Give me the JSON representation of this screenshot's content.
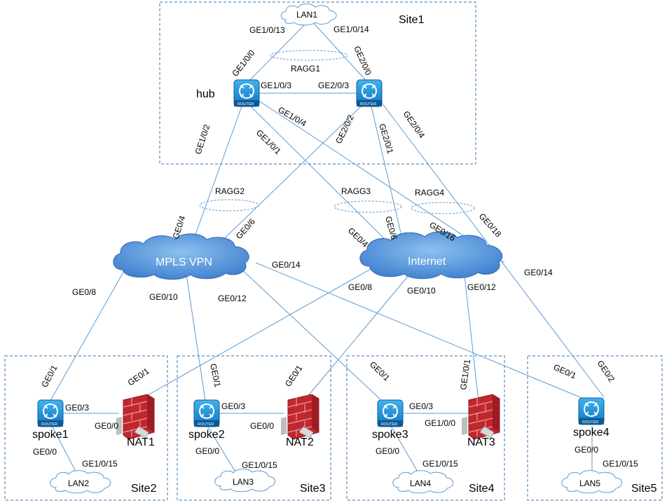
{
  "sites": [
    {
      "id": "site1",
      "label": "Site1"
    },
    {
      "id": "site2",
      "label": "Site2"
    },
    {
      "id": "site3",
      "label": "Site3"
    },
    {
      "id": "site4",
      "label": "Site4"
    },
    {
      "id": "site5",
      "label": "Site5"
    }
  ],
  "clouds": {
    "mpls": "MPLS VPN",
    "internet": "Internet",
    "lan1": "LAN1",
    "lan2": "LAN2",
    "lan3": "LAN3",
    "lan4": "LAN4",
    "lan5": "LAN5"
  },
  "devices": {
    "hub": "hub",
    "spoke1": "spoke1",
    "spoke2": "spoke2",
    "spoke3": "spoke3",
    "spoke4": "spoke4",
    "nat1": "NAT1",
    "nat2": "NAT2",
    "nat3": "NAT3",
    "router_badge": "ROUTER"
  },
  "aggregations": [
    "RAGG1",
    "RAGG2",
    "RAGG3",
    "RAGG4"
  ],
  "ports": {
    "hub_lan1_a": "GE1/0/13",
    "hub_lan1_b": "GE1/0/14",
    "hub_a_up": "GE1/0/0",
    "hub_b_up": "GE2/0/0",
    "hub_a_link": "GE1/0/3",
    "hub_b_link": "GE2/0/3",
    "hub_a_104": "GE1/0/4",
    "hub_a_102": "GE1/0/2",
    "hub_a_101": "GE1/0/1",
    "hub_b_202": "GE2/0/2",
    "hub_b_201": "GE2/0/1",
    "hub_b_204": "GE2/0/4",
    "mpls_04": "GE0/4",
    "mpls_06": "GE0/6",
    "mpls_08": "GE0/8",
    "mpls_10": "GE0/10",
    "mpls_12": "GE0/12",
    "mpls_14": "GE0/14",
    "inet_04": "GE0/4",
    "inet_06": "GE0/6",
    "inet_16": "GE0/16",
    "inet_18": "GE0/18",
    "inet_08": "GE0/8",
    "inet_10": "GE0/10",
    "inet_12": "GE0/12",
    "inet_14": "GE0/14",
    "s1_up": "GE0/1",
    "s1_nat": "GE0/3",
    "s1_lan": "GE0/0",
    "nat1_up": "GE0/1",
    "nat1_in": "GE0/0",
    "lan2_port": "GE1/0/15",
    "s2_up": "GE0/1",
    "s2_nat": "GE0/3",
    "s2_lan": "GE0/0",
    "nat2_up": "GE0/1",
    "nat2_in": "GE0/0",
    "lan3_port": "GE1/0/15",
    "s3_up": "GE0/1",
    "s3_nat": "GE0/3",
    "s3_lan": "GE0/0",
    "nat3_up": "GE1/0/1",
    "nat3_in": "GE1/0/0",
    "lan4_port": "GE1/0/15",
    "s4_up_a": "GE0/1",
    "s4_up_b": "GE0/2",
    "s4_lan": "GE0/0",
    "lan5_port": "GE1/0/15"
  },
  "colors": {
    "link": "#5b9bd5",
    "box": "#2e75b6",
    "cloud_blue": "#4f8fd8",
    "router_blue": "#1c8fd6",
    "firewall_red": "#c0272d"
  }
}
